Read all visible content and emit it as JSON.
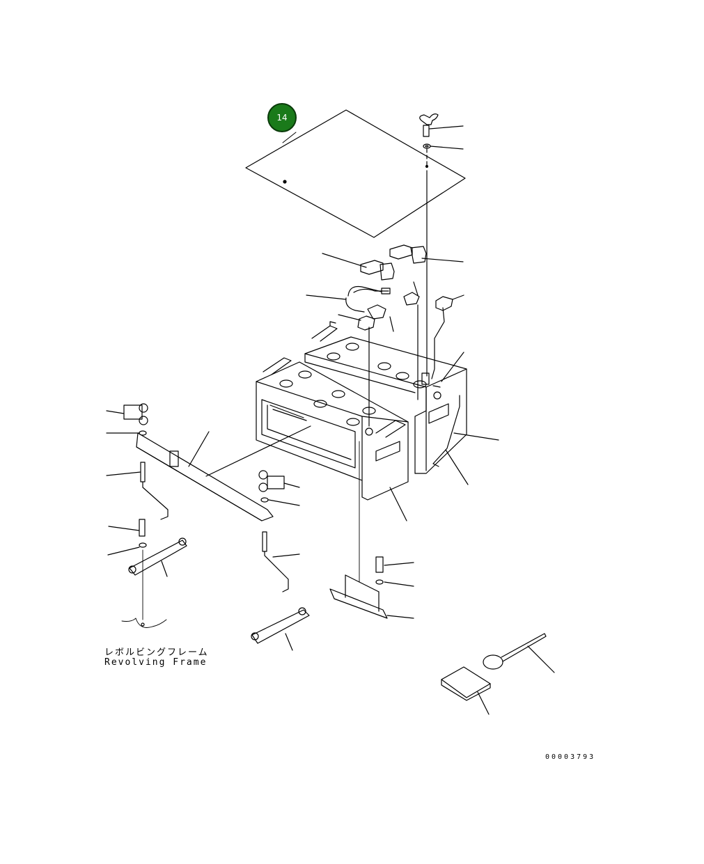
{
  "callout": {
    "number": "14",
    "color": "#1a7a1a"
  },
  "frame_label": {
    "japanese": "レボルビングフレーム",
    "english": "Revolving Frame"
  },
  "drawing_number": "00003793",
  "line_color": "#000000"
}
